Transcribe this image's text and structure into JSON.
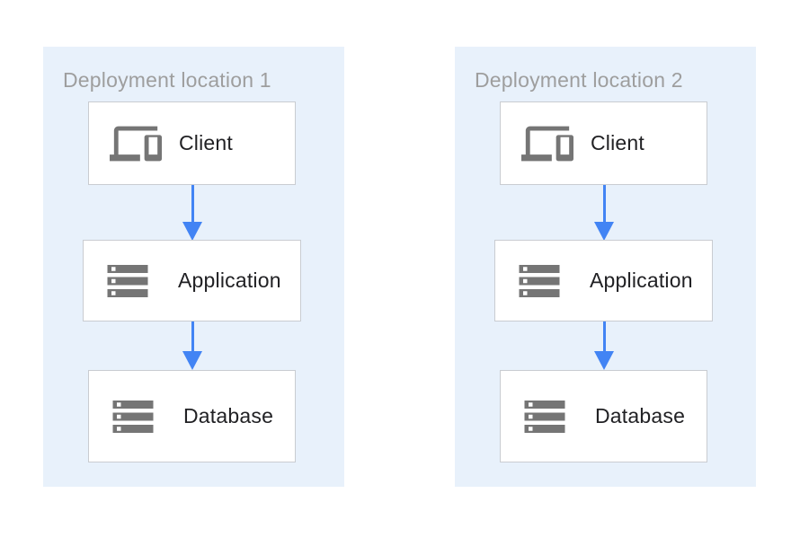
{
  "colors": {
    "page_bg": "#ffffff",
    "panel_bg": "#e8f1fb",
    "panel_title": "#9e9e9e",
    "box_bg": "#ffffff",
    "box_border": "#c9ccd1",
    "label": "#212124",
    "icon": "#757575",
    "arrow": "#4284f4"
  },
  "panels": [
    {
      "title": "Deployment location 1",
      "nodes": [
        {
          "label": "Client",
          "icon": "devices-icon"
        },
        {
          "label": "Application",
          "icon": "server-stack-icon"
        },
        {
          "label": "Database",
          "icon": "server-stack-icon"
        }
      ]
    },
    {
      "title": "Deployment location 2",
      "nodes": [
        {
          "label": "Client",
          "icon": "devices-icon"
        },
        {
          "label": "Application",
          "icon": "server-stack-icon"
        },
        {
          "label": "Database",
          "icon": "server-stack-icon"
        }
      ]
    }
  ]
}
